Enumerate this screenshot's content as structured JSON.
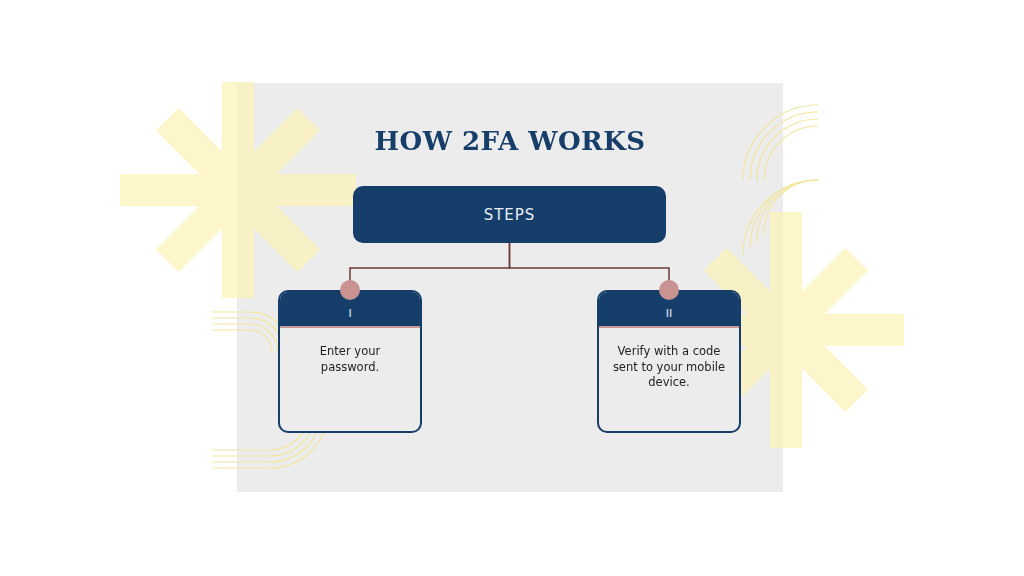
{
  "diagram": {
    "title": "HOW 2FA WORKS",
    "nodes": [
      {
        "text": [
          "STEPS"
        ]
      },
      {
        "text": [
          "I",
          "Enter your password."
        ]
      },
      {
        "text": [
          "II",
          "Verify with a code sent to your mobile device."
        ]
      }
    ],
    "edges": [
      {
        "from": 0,
        "to": 1,
        "arrow": "none"
      },
      {
        "from": 0,
        "to": 2,
        "arrow": "none"
      }
    ]
  }
}
